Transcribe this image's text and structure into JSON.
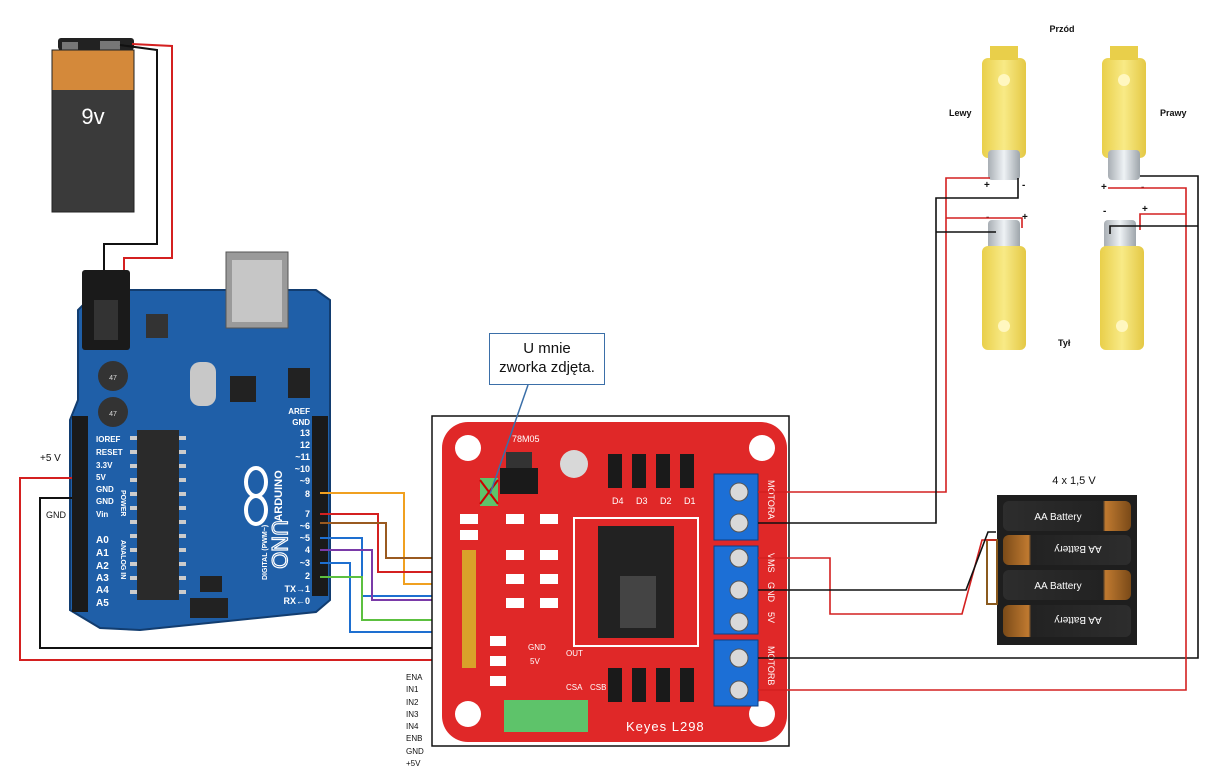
{
  "battery9v": {
    "label": "9v"
  },
  "arduino": {
    "brand": "ARDUINO",
    "model": "UNO",
    "power_header": [
      "IOREF",
      "RESET",
      "3.3V",
      "5V",
      "GND",
      "GND",
      "Vin"
    ],
    "analog_header": [
      "A0",
      "A1",
      "A2",
      "A3",
      "A4",
      "A5"
    ],
    "digital_header": [
      "AREF",
      "GND",
      "13",
      "12",
      "~11",
      "~10",
      "~9",
      "8",
      "7",
      "~6",
      "~5",
      "4",
      "~3",
      "2",
      "TX→1",
      "RX←0"
    ],
    "power_title": "POWER",
    "analog_title": "ANALOG IN",
    "digital_title": "DIGITAL (PWM~)"
  },
  "callout": {
    "line1": "U mnie",
    "line2": "zworka zdjęta."
  },
  "driver": {
    "name": "Keyes L298",
    "regulator": "78M05",
    "label_motora": "MOTORA",
    "label_motorb": "MOTORB",
    "label_vms": "VMS",
    "label_gnd": "GND",
    "label_5v": "5V",
    "label_csa": "CSA",
    "label_csb": "CSB",
    "label_sv": "5V",
    "label_gnd2": "GND",
    "label_out": "OUT",
    "label_d1": "D1",
    "label_d2": "D2",
    "label_d3": "D3",
    "label_d4": "D4"
  },
  "labels": {
    "plus5v": "+5 V",
    "gnd": "GND",
    "przod": "Przód",
    "lewy": "Lewy",
    "prawy": "Prawy",
    "tyl": "Tył",
    "battpack": "4 x 1,5 V",
    "aa": "AA Battery"
  },
  "pins": [
    "ENA",
    "IN1",
    "IN2",
    "IN3",
    "IN4",
    "ENB",
    "GND",
    "+5V"
  ],
  "polarity": {
    "plus": "+",
    "minus": "-"
  },
  "colors": {
    "board_blue": "#1f5fa8",
    "driver_red": "#e02828",
    "terminal_blue": "#1c6fd6",
    "wire_red": "#d42020",
    "wire_black": "#111111",
    "wire_orange": "#f0a020",
    "wire_brown": "#9a5a20",
    "wire_yellow": "#f2c200",
    "wire_purple": "#7a3aa8",
    "wire_green": "#5cc040",
    "wire_blue": "#1e6fd0",
    "motor_yellow": "#f4df6a"
  }
}
